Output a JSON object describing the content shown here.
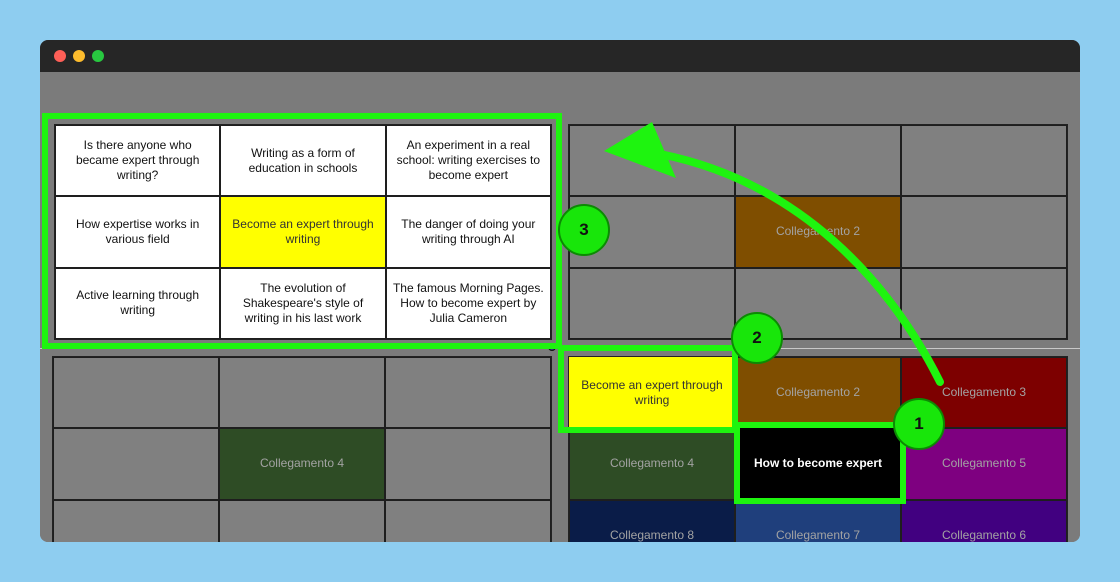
{
  "colors": {
    "highlight": "#1ef40f",
    "yellow": "#ffff00",
    "background": "#8ecdf0"
  },
  "top_left_grid": [
    "Is there anyone who became expert through writing?",
    "Writing as a form of education in schools",
    "An experiment in a real school: writing exercises to become expert",
    "How expertise works in various field",
    "Become an expert through writing",
    "The danger of doing your writing through AI",
    "Active learning through writing",
    "The evolution of Shakespeare's style of writing in his last work",
    "The famous Morning Pages. How to become expert by Julia Cameron"
  ],
  "top_right_grid": [
    "",
    "",
    "",
    "",
    "Collegamento 2",
    "",
    "",
    "",
    ""
  ],
  "bottom_left_grid": [
    "",
    "",
    "",
    "",
    "Collegamento 4",
    "",
    "",
    "",
    ""
  ],
  "bottom_right_grid": [
    "Become an expert through writing",
    "Collegamento 2",
    "Collegamento 3",
    "Collegamento 4",
    "How to become expert",
    "Collegamento 5",
    "Collegamento 8",
    "Collegamento 7",
    "Collegamento 6"
  ],
  "badges": {
    "one": "1",
    "two": "2",
    "three": "3"
  }
}
